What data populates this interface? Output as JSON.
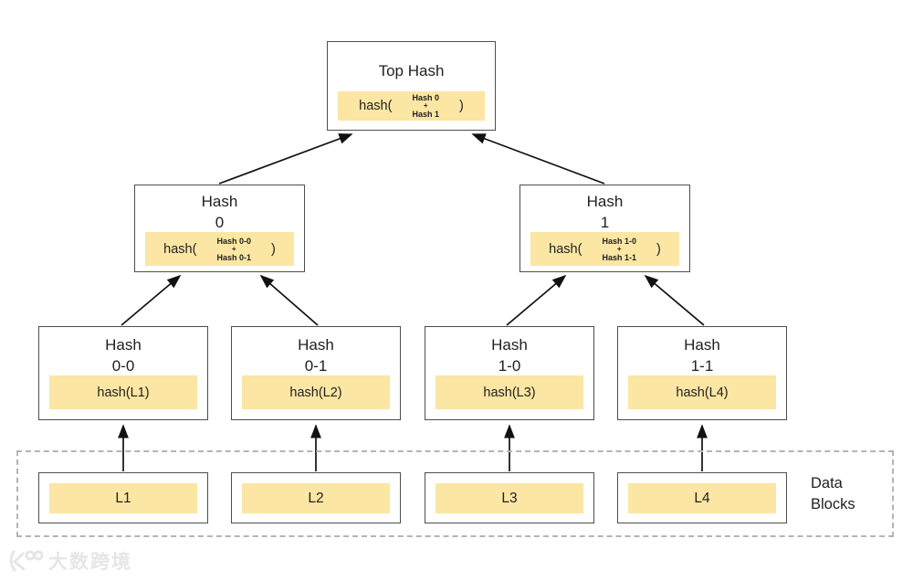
{
  "top_node": {
    "title": "Top Hash",
    "hash_open": "hash(",
    "operand_top": "Hash 0",
    "operand_plus": "+",
    "operand_bottom": "Hash 1",
    "hash_close": ")"
  },
  "mid_nodes": [
    {
      "title_line1": "Hash",
      "title_line2": "0",
      "hash_open": "hash(",
      "operand_top": "Hash 0-0",
      "operand_plus": "+",
      "operand_bottom": "Hash 0-1",
      "hash_close": ")"
    },
    {
      "title_line1": "Hash",
      "title_line2": "1",
      "hash_open": "hash(",
      "operand_top": "Hash 1-0",
      "operand_plus": "+",
      "operand_bottom": "Hash 1-1",
      "hash_close": ")"
    }
  ],
  "leaf_nodes": [
    {
      "title_line1": "Hash",
      "title_line2": "0-0",
      "hash_label": "hash(L1)"
    },
    {
      "title_line1": "Hash",
      "title_line2": "0-1",
      "hash_label": "hash(L2)"
    },
    {
      "title_line1": "Hash",
      "title_line2": "1-0",
      "hash_label": "hash(L3)"
    },
    {
      "title_line1": "Hash",
      "title_line2": "1-1",
      "hash_label": "hash(L4)"
    }
  ],
  "data_blocks": {
    "label_line1": "Data",
    "label_line2": "Blocks",
    "blocks": [
      {
        "label": "L1"
      },
      {
        "label": "L2"
      },
      {
        "label": "L3"
      },
      {
        "label": "L4"
      }
    ]
  },
  "watermark": {
    "text": "大数跨境"
  },
  "colors": {
    "node_fill": "#fbe6a3",
    "node_border": "#4d4d4d",
    "dashed_border": "#b4b4b4",
    "arrow": "#111111",
    "text": "#1f1f1f",
    "watermark": "#e6e6e6"
  }
}
